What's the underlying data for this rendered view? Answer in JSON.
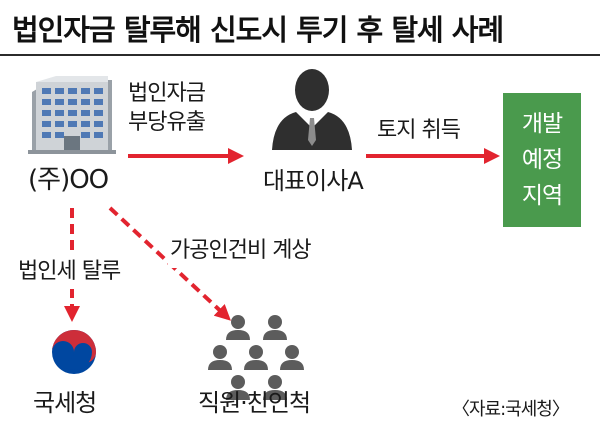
{
  "title": "법인자금 탈루해 신도시 투기 후 탈세 사례",
  "nodes": {
    "company": "(주)OO",
    "ceo": "대표이사A",
    "target_area_lines": [
      "개발",
      "예정",
      "지역"
    ],
    "tax_office": "국세청",
    "staff": "직원·친인척"
  },
  "edges": {
    "fund_outflow_lines": [
      "법인자금",
      "부당유출"
    ],
    "land_acquisition": "토지 취득",
    "corporate_tax_evasion": "법인세 탈루",
    "fake_labor_cost": "가공인건비 계상"
  },
  "source": "〈자료:국세청〉",
  "colors": {
    "arrow_red": "#e2242f",
    "box_green": "#4a9a4d",
    "building_blue": "#4f79b5",
    "person_dark": "#2f2f2f",
    "people_gray": "#5c5c5c",
    "emblem_red": "#cd2e3a",
    "emblem_blue": "#0047a0"
  },
  "icons": {
    "company": "office-building-icon",
    "ceo": "businessman-icon",
    "tax_office": "taegeuk-emblem-icon",
    "staff": "people-group-icon"
  }
}
